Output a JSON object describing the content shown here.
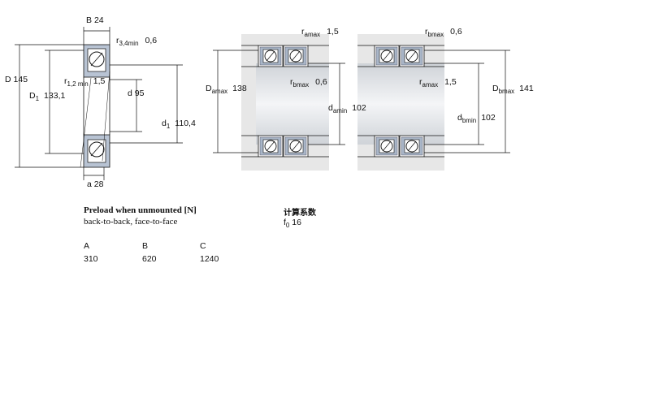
{
  "dims": {
    "B": {
      "label": "B",
      "value": "24"
    },
    "D": {
      "label": "D",
      "value": "145"
    },
    "D1": {
      "label": "D",
      "sub": "1",
      "value": "133,1"
    },
    "r34": {
      "label": "r",
      "sub": "3,4min",
      "value": "0,6"
    },
    "r12": {
      "label": "r",
      "sub": "1,2 min",
      "value": "1,5"
    },
    "d": {
      "label": "d",
      "value": "95"
    },
    "d1": {
      "label": "d",
      "sub": "1",
      "value": "110,4"
    },
    "a": {
      "label": "a",
      "value": "28"
    }
  },
  "mounting": {
    "ra_max_top": {
      "label": "r",
      "sub": "amax",
      "value": "1,5"
    },
    "rb_max_top": {
      "label": "r",
      "sub": "bmax",
      "value": "0,6"
    },
    "Da_max": {
      "label": "D",
      "sub": "amax",
      "value": "138"
    },
    "rb_max_mid": {
      "label": "r",
      "sub": "bmax",
      "value": "0,6"
    },
    "da_min": {
      "label": "d",
      "sub": "amin",
      "value": "102"
    },
    "ra_max_mid": {
      "label": "r",
      "sub": "amax",
      "value": "1,5"
    },
    "db_min": {
      "label": "d",
      "sub": "bmin",
      "value": "102"
    },
    "Db_max": {
      "label": "D",
      "sub": "bmax",
      "value": "141"
    }
  },
  "preload": {
    "title": "Preload when unmounted [N]",
    "subtitle": "back-to-back, face-to-face",
    "classes": [
      {
        "label": "A",
        "value": "310"
      },
      {
        "label": "B",
        "value": "620"
      },
      {
        "label": "C",
        "value": "1240"
      }
    ]
  },
  "calc": {
    "title": "计算系数",
    "factor_label": "f",
    "factor_sub": "0",
    "factor_value": "16"
  },
  "colors": {
    "line": "#111111",
    "shaft": "#d8dce0",
    "ring": "#9aa8bc",
    "shade": "#e6e6e6"
  }
}
